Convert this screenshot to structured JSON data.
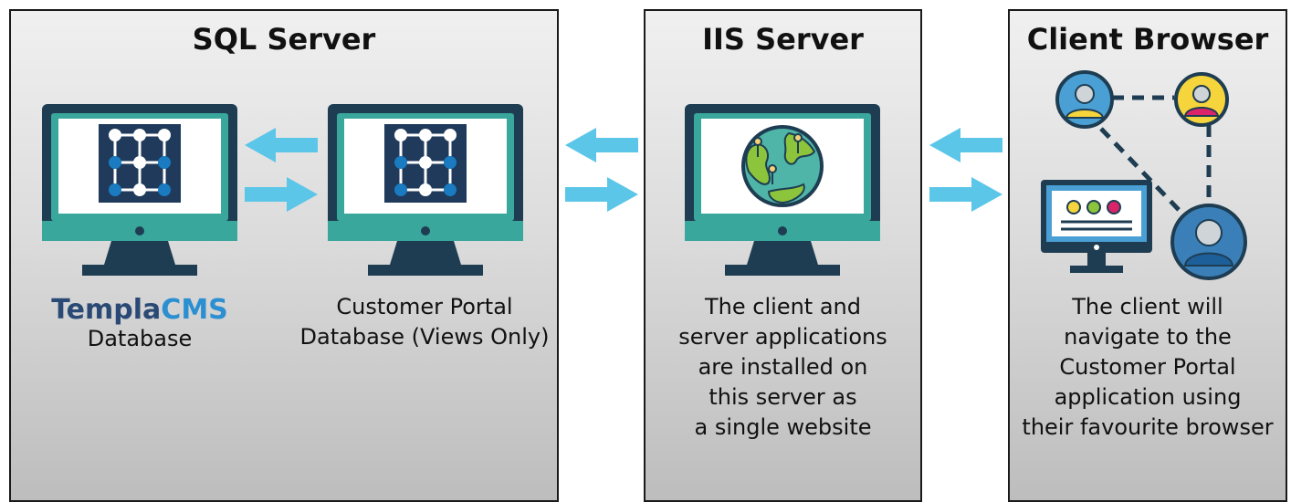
{
  "panels": {
    "sql": {
      "title": "SQL Server",
      "left_monitor": {
        "brand_part1": "Templa",
        "brand_part2": "CMS",
        "caption": "Database"
      },
      "right_monitor": {
        "caption_line1": "Customer Portal",
        "caption_line2": "Database (Views Only)"
      }
    },
    "iis": {
      "title": "IIS Server",
      "caption": "The client and\nserver applications\nare installed on\nthis server as\na single website"
    },
    "client": {
      "title": "Client Browser",
      "caption": "The client will\nnavigate to the\nCustomer Portal\napplication using\ntheir favourite browser"
    }
  },
  "icons": {
    "monitor": "desktop-monitor-icon",
    "database": "database-grid-icon",
    "globe": "globe-icon",
    "network": "user-network-icon",
    "arrow_left": "arrow-left-icon",
    "arrow_right": "arrow-right-icon"
  },
  "colors": {
    "monitor_frame": "#1e3d52",
    "monitor_screen_border": "#3aa79c",
    "arrow": "#5cc6e8",
    "brand_dark": "#2a4a75",
    "brand_light": "#2b8fd1"
  }
}
